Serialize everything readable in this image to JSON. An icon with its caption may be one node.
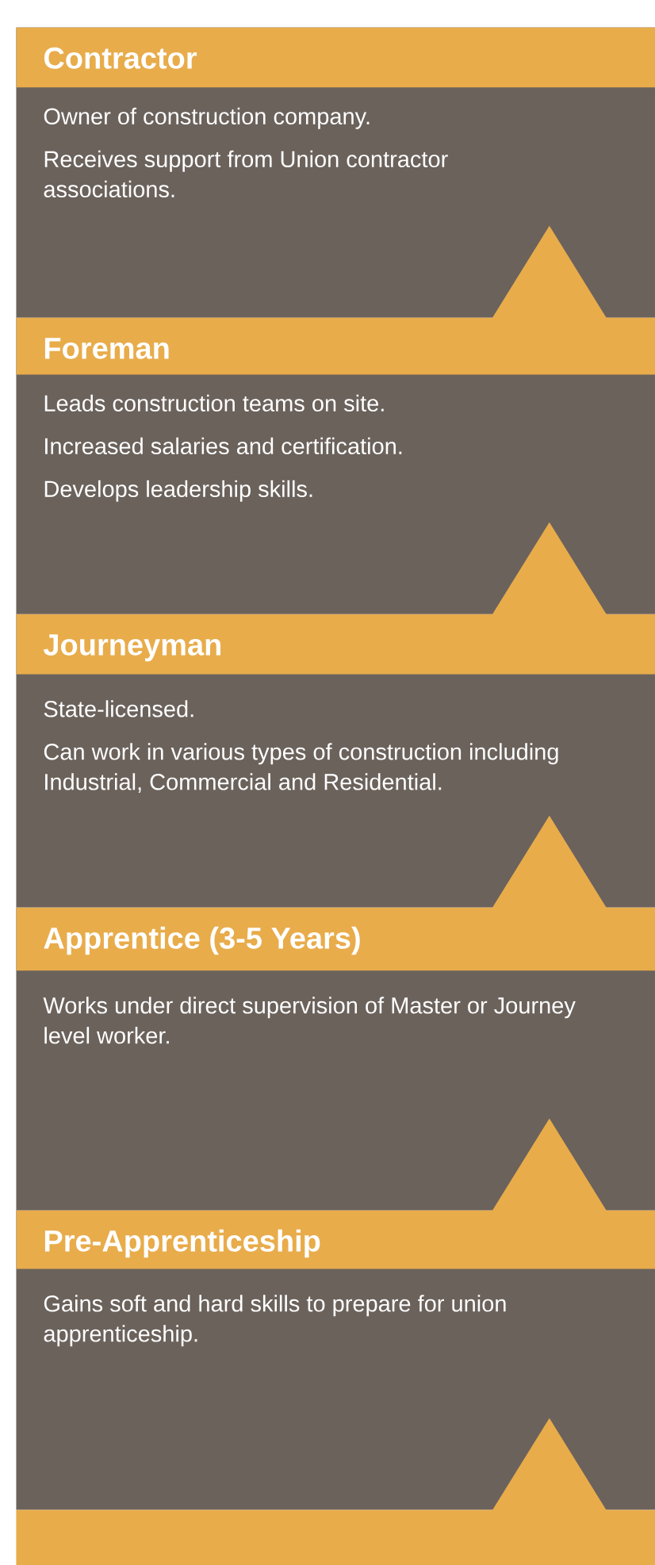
{
  "diagram": {
    "nodes": [
      {
        "text": [
          "Contractor",
          "Owner of construction company.",
          "Receives support from Union contractor associations."
        ]
      },
      {
        "text": [
          "Foreman",
          "Leads construction teams on site.",
          "Increased salaries and certification.",
          "Develops leadership skills."
        ]
      },
      {
        "text": [
          "Journeyman",
          "State-licensed.",
          "Can work in various types of construction including Industrial, Commercial and Residential."
        ]
      },
      {
        "text": [
          "Apprentice (3-5 Years)",
          "Works under direct supervision of Master or Journey level worker."
        ]
      },
      {
        "text": [
          "Pre-Apprenticeship",
          "Gains soft and hard skills to prepare for union apprenticeship."
        ]
      },
      {
        "text": [],
        "shape": "bar"
      }
    ],
    "edges": [
      {
        "from": 1,
        "to": 0,
        "arrow": "to"
      },
      {
        "from": 2,
        "to": 1,
        "arrow": "to"
      },
      {
        "from": 3,
        "to": 2,
        "arrow": "to"
      },
      {
        "from": 4,
        "to": 3,
        "arrow": "to"
      },
      {
        "from": 5,
        "to": 4,
        "arrow": "to"
      }
    ]
  }
}
